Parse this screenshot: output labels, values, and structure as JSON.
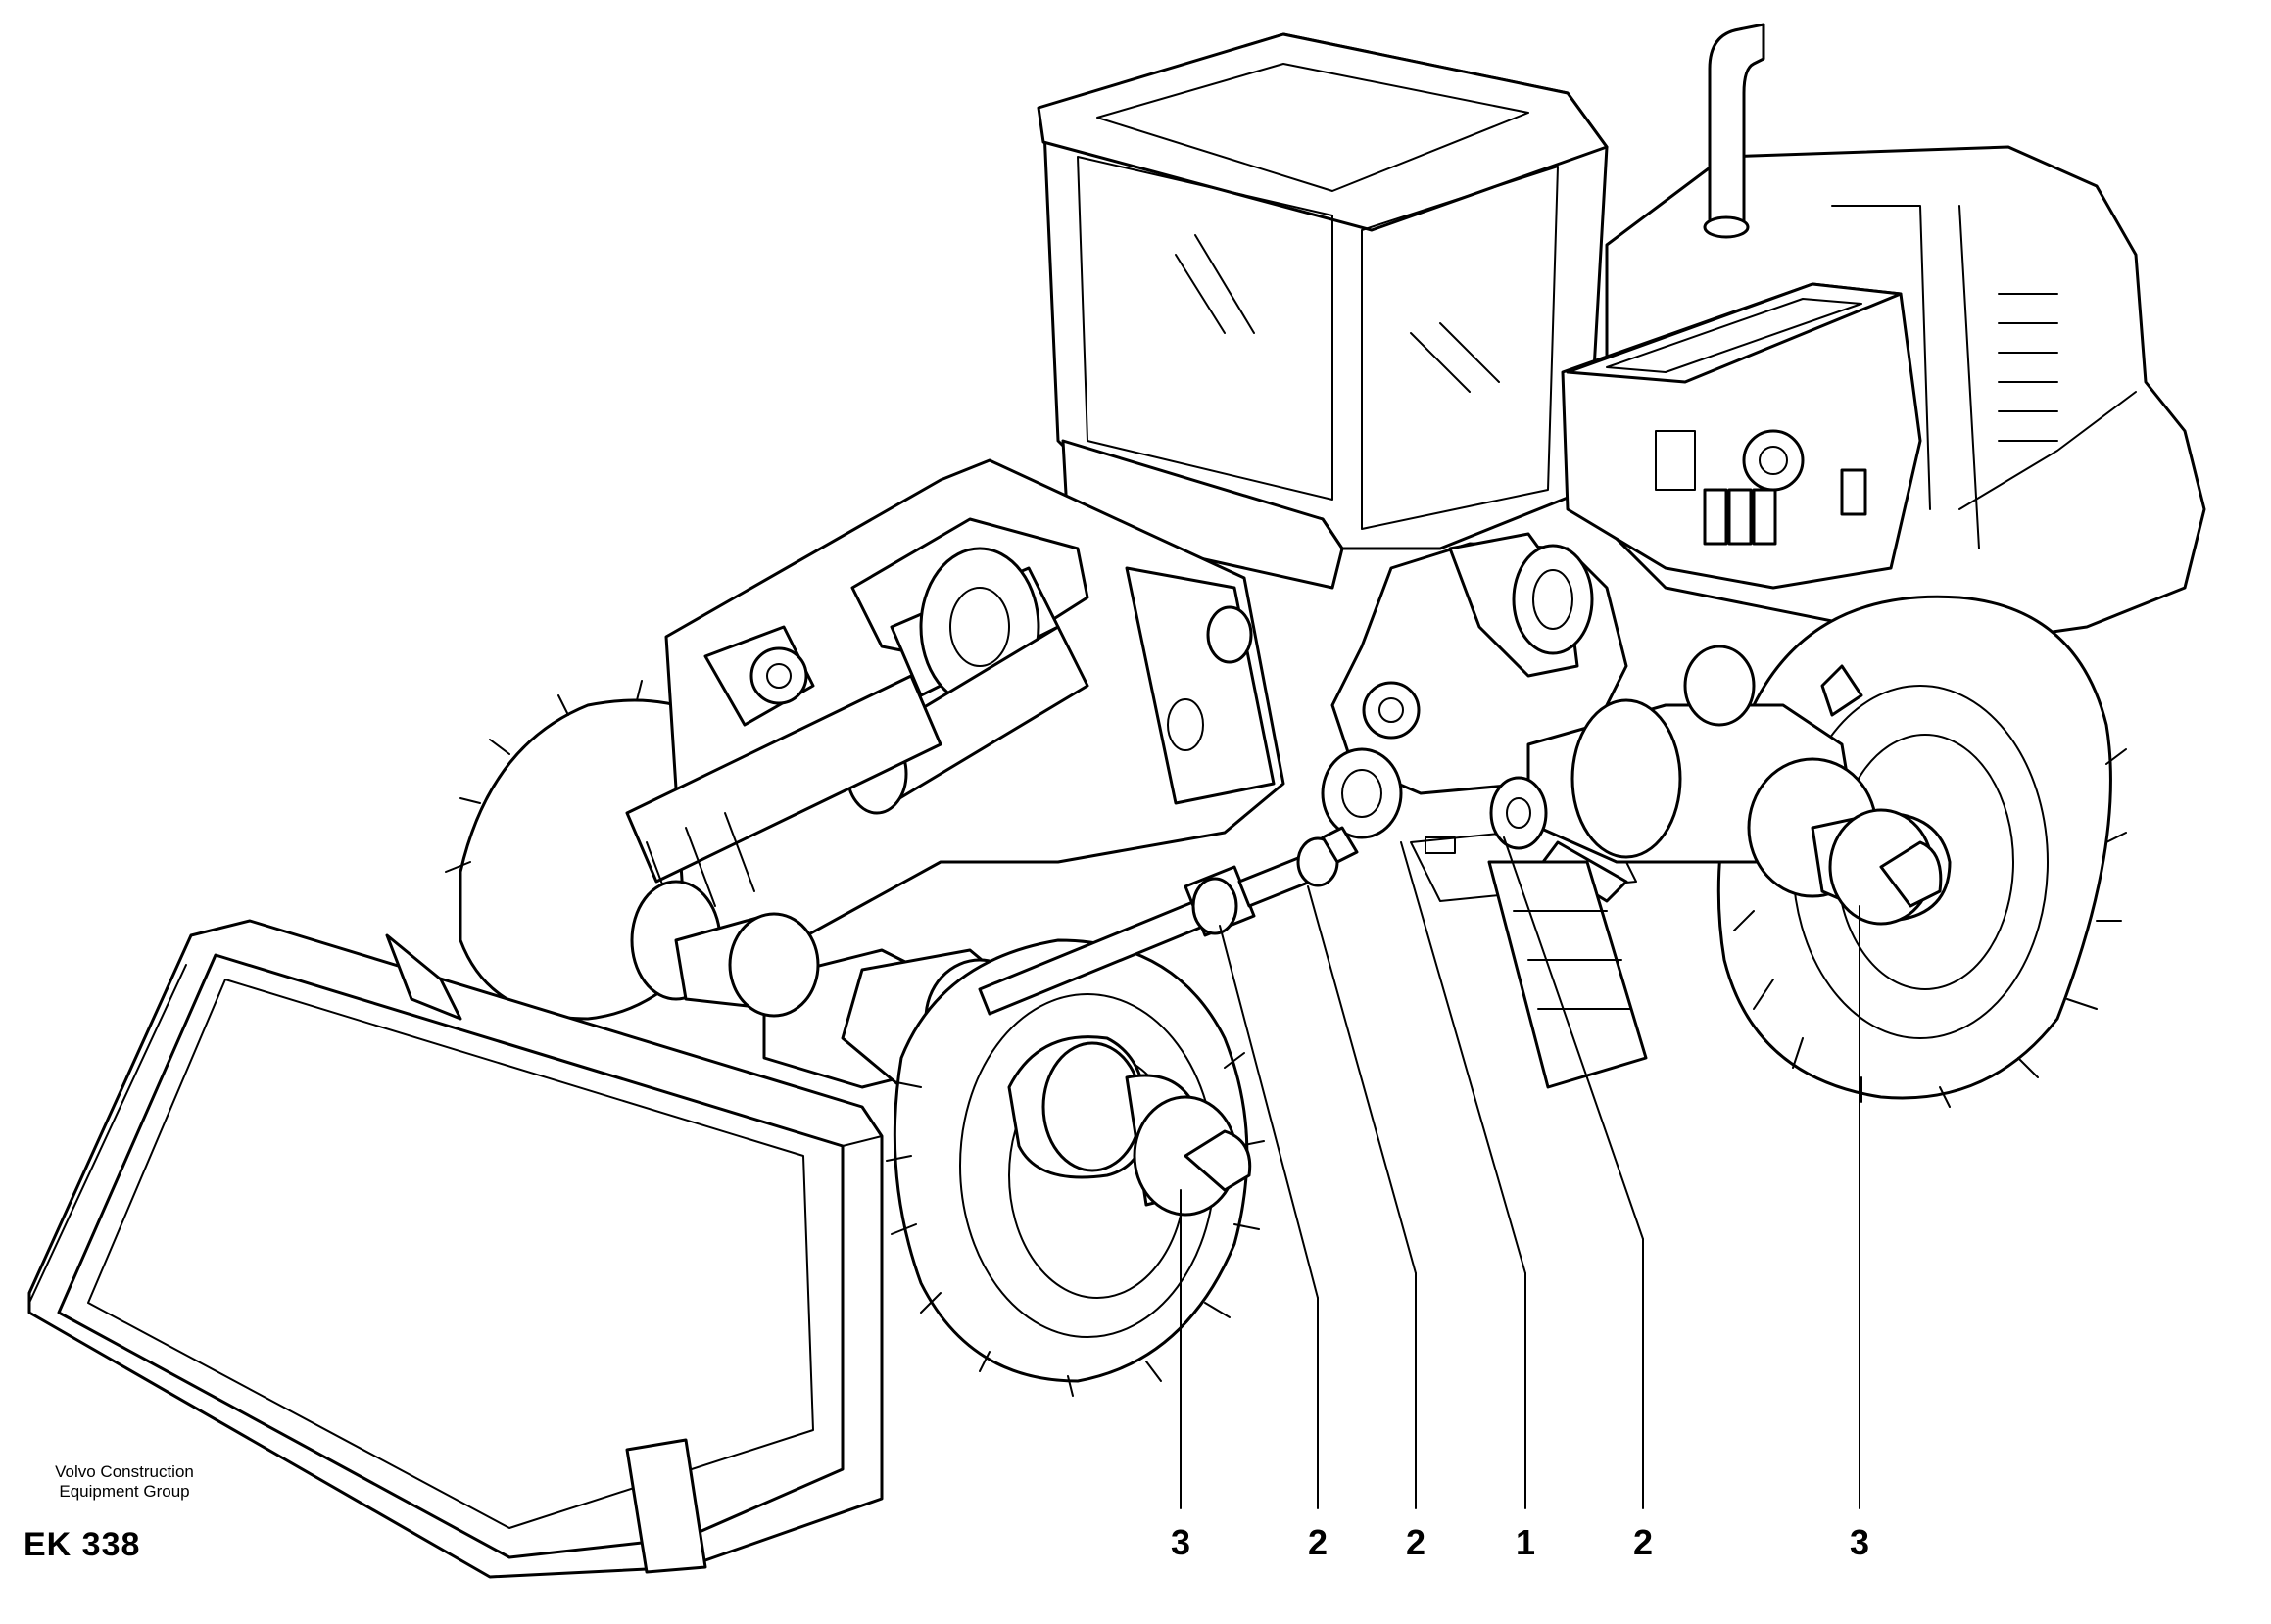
{
  "caption": {
    "line1": "Volvo Construction",
    "line2": "Equipment Group",
    "code": "EK 338"
  },
  "callouts": [
    {
      "id": "c1",
      "label": "3"
    },
    {
      "id": "c2",
      "label": "2"
    },
    {
      "id": "c3",
      "label": "2"
    },
    {
      "id": "c4",
      "label": "1"
    },
    {
      "id": "c5",
      "label": "2"
    },
    {
      "id": "c6",
      "label": "3"
    }
  ]
}
